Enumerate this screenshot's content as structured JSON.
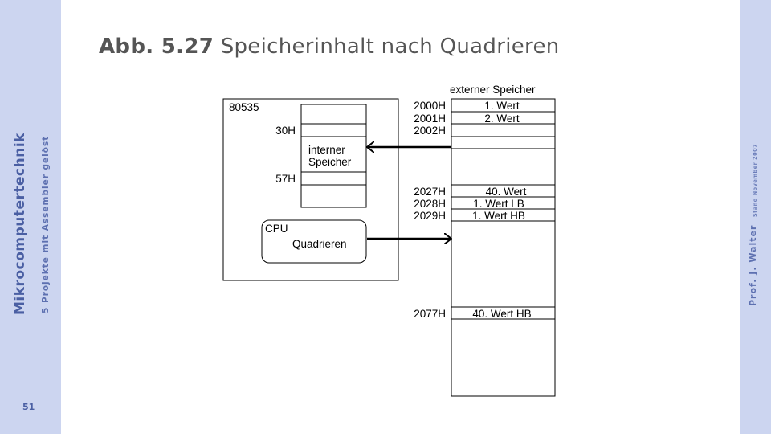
{
  "sidebar": {
    "course_title": "Mikrocomputertechnik",
    "chapter": "5  Projekte mit Assembler gelöst",
    "page_number": "51"
  },
  "right_sidebar": {
    "author": "Prof. J. Walter",
    "date": "Stand November 2007"
  },
  "slide": {
    "figure_number": "Abb. 5.27",
    "figure_title": "Speicherinhalt nach Quadrieren"
  },
  "diagram": {
    "chip": {
      "label": "80535",
      "internal_memory": {
        "label_line1": "interner",
        "label_line2": "Speicher",
        "addr_start": "30H",
        "addr_end": "57H"
      },
      "cpu": {
        "label": "CPU",
        "operation": "Quadrieren"
      }
    },
    "external_memory": {
      "title": "externer Speicher",
      "rows": [
        {
          "addr": "2000H",
          "content": "1. Wert"
        },
        {
          "addr": "2001H",
          "content": "2. Wert"
        },
        {
          "addr": "2002H",
          "content": ""
        },
        {
          "addr": "2027H",
          "content": "40. Wert"
        },
        {
          "addr": "2028H",
          "content": "1. Wert LB"
        },
        {
          "addr": "2029H",
          "content": "1. Wert HB"
        },
        {
          "addr": "2077H",
          "content": "40. Wert HB"
        }
      ]
    }
  }
}
